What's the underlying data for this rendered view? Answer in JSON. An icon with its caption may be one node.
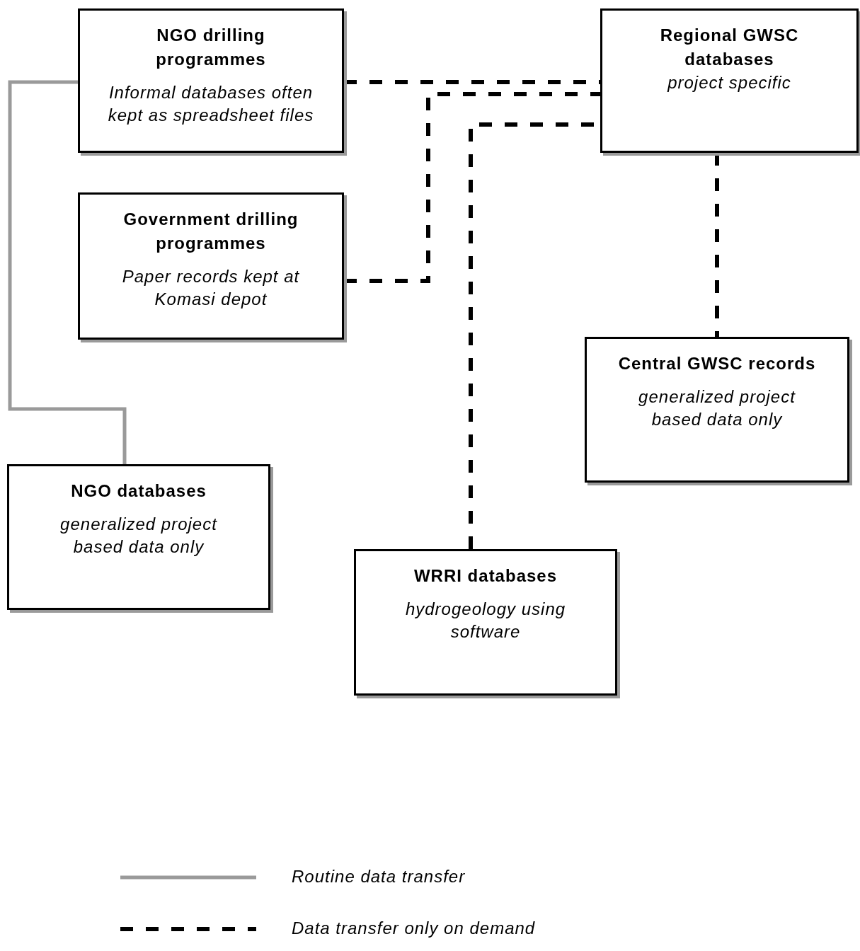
{
  "diagram": {
    "nodes": [
      {
        "text": [
          "NGO drilling programmes",
          "Informal databases often kept as spreadsheet files"
        ]
      },
      {
        "text": [
          "Regional GWSC databases",
          "project specific"
        ]
      },
      {
        "text": [
          "Government drilling programmes",
          "Paper records kept at Komasi depot"
        ]
      },
      {
        "text": [
          "Central GWSC records",
          "generalized project based data only"
        ]
      },
      {
        "text": [
          "NGO databases",
          "generalized project based data only"
        ]
      },
      {
        "text": [
          "WRRI databases",
          "hydrogeology using software"
        ]
      }
    ],
    "edges": [
      {
        "from": 0,
        "to": 4,
        "arrow": "none",
        "color": "#9a9a9a"
      },
      {
        "from": 0,
        "to": 1,
        "arrow": "none",
        "style": "dashed"
      },
      {
        "from": 2,
        "to": 1,
        "arrow": "none",
        "style": "dashed"
      },
      {
        "from": 5,
        "to": 1,
        "arrow": "none",
        "style": "dashed"
      },
      {
        "from": 1,
        "to": 3,
        "arrow": "none",
        "style": "dashed"
      }
    ],
    "legend": [
      {
        "text": "Routine data transfer"
      },
      {
        "text": "Data transfer only on demand"
      }
    ]
  }
}
